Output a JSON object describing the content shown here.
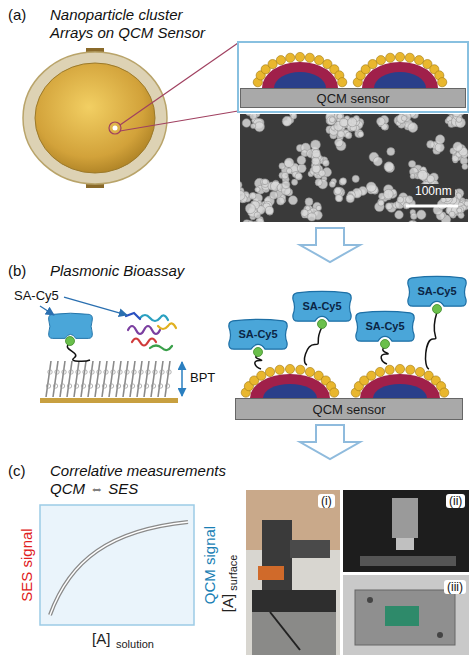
{
  "diagram": {
    "nodes": [
      {
        "text": [
          "QCM sensor"
        ]
      },
      {
        "text": [
          "SA-Cy5"
        ]
      },
      {
        "text": [
          "SA-Cy5"
        ]
      },
      {
        "text": [
          "SA-Cy5"
        ]
      },
      {
        "text": [
          "SA-Cy5"
        ]
      },
      {
        "text": [
          "QCM sensor"
        ]
      }
    ],
    "labels": [
      "(a)",
      "Nanoparticle cluster Arrays on QCM Sensor",
      "100nm",
      "(b)",
      "Plasmonic Bioassay",
      "SA-Cy5",
      "BPT",
      "(c)",
      "Correlative measurements QCM ⇔ SES",
      "SES signal",
      "QCM signal",
      "[A]",
      "surface",
      "[A]",
      "solution",
      "(i)",
      "(ii)",
      "(iii)"
    ]
  }
}
